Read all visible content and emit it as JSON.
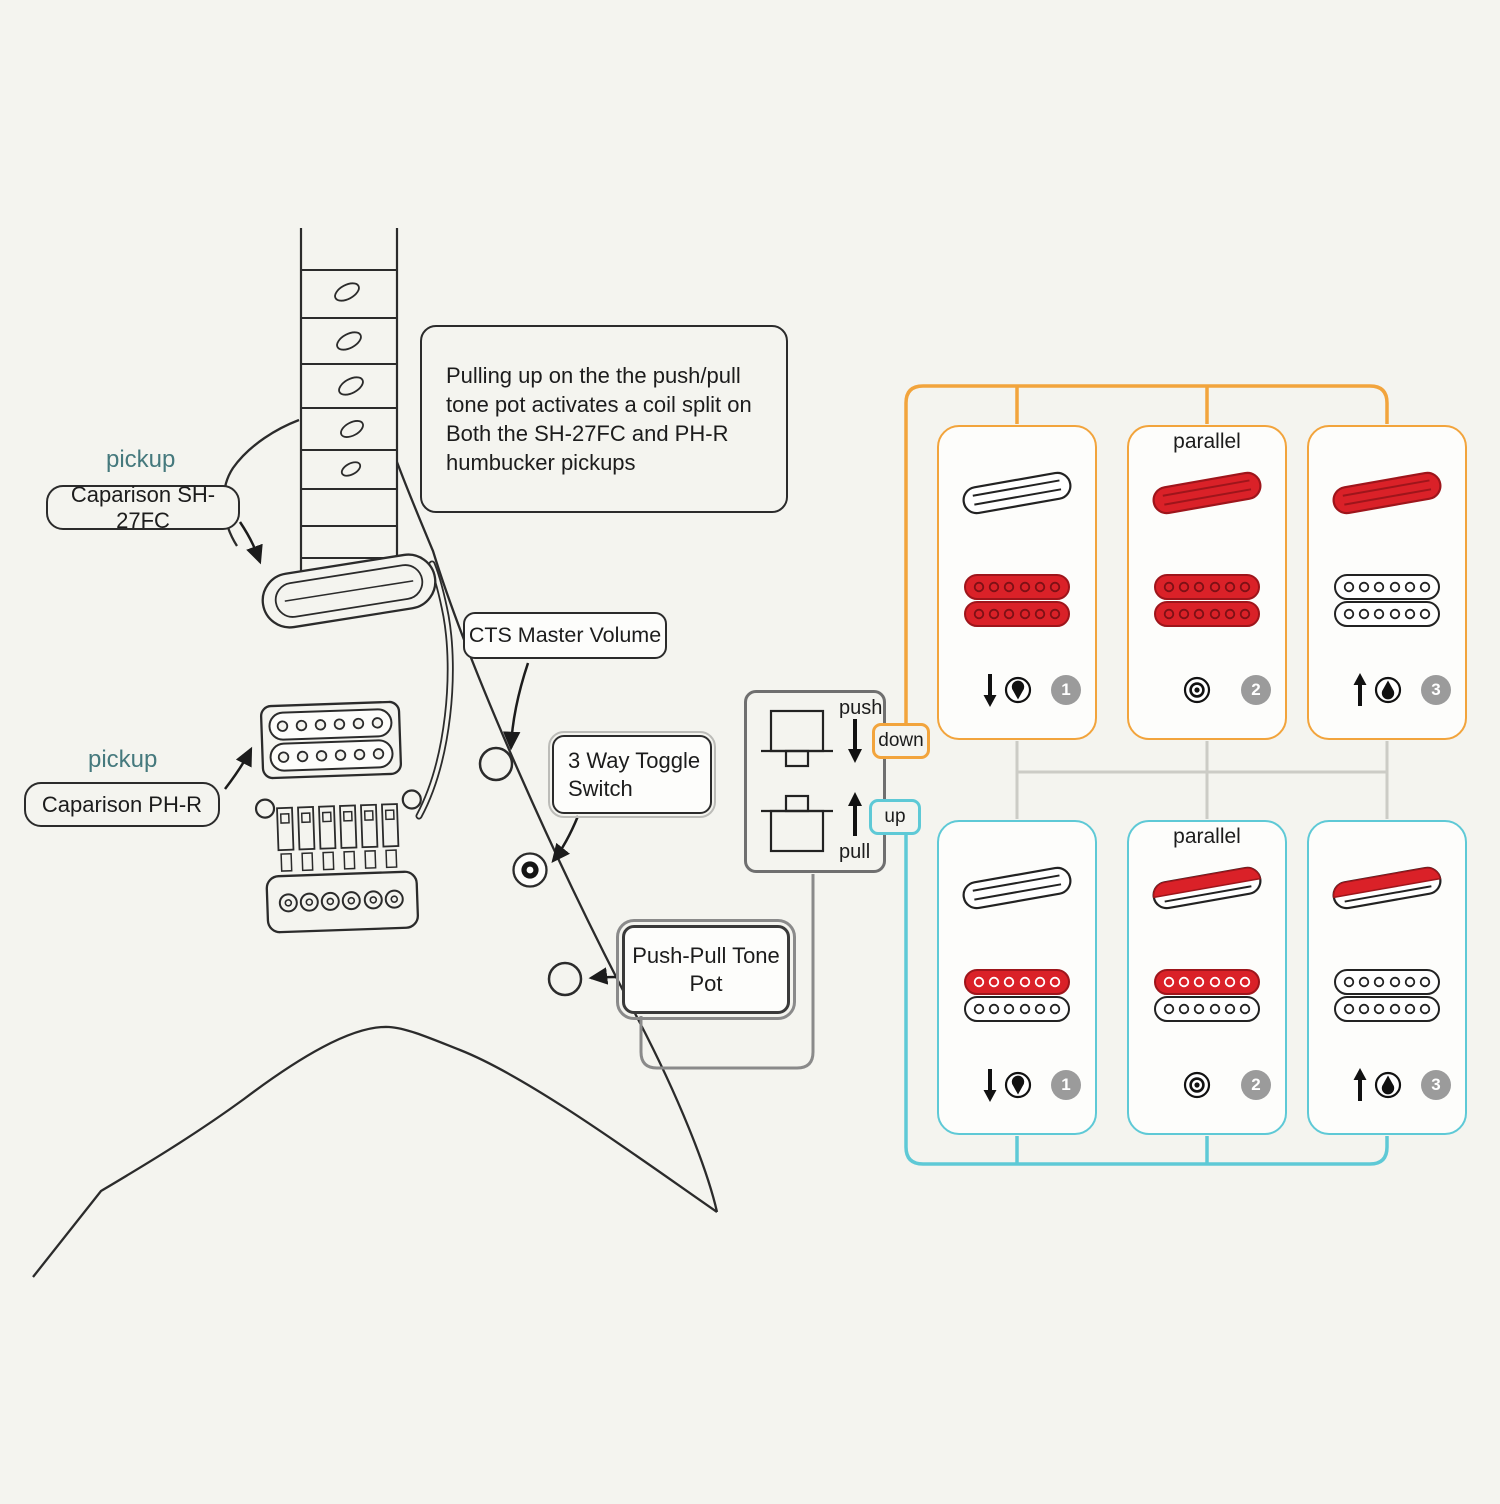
{
  "labels": {
    "pickup": "pickup",
    "neck_pickup_name": "Caparison SH-27FC",
    "bridge_pickup_name": "Caparison PH-R",
    "volume": "CTS Master Volume",
    "toggle": "3 Way Toggle Switch",
    "tone": "Push-Pull Tone Pot",
    "callout": "Pulling up on the the push/pull tone pot activates a  coil split on Both the SH-27FC and PH-R humbucker pickups",
    "push": "push",
    "pull": "pull",
    "down": "down",
    "up": "up",
    "parallel": "parallel"
  },
  "colors": {
    "red": "#da2128",
    "red_dark": "#9e151b",
    "orange": "#f2a43c",
    "cyan": "#5ec9d6",
    "badge_gray": "#9b9b9b"
  },
  "selector": {
    "down_positions": [
      {
        "number": "1",
        "neck": "off",
        "bridge": "on",
        "arrow": "down",
        "parallel": false
      },
      {
        "number": "2",
        "neck": "on",
        "bridge": "on",
        "arrow": "mid",
        "parallel": true
      },
      {
        "number": "3",
        "neck": "on",
        "bridge": "off",
        "arrow": "up",
        "parallel": false
      }
    ],
    "up_positions": [
      {
        "number": "1",
        "neck": "off",
        "bridge": "split",
        "arrow": "down",
        "parallel": false
      },
      {
        "number": "2",
        "neck": "split",
        "bridge": "split",
        "arrow": "mid",
        "parallel": true
      },
      {
        "number": "3",
        "neck": "split",
        "bridge": "off",
        "arrow": "up",
        "parallel": false
      }
    ]
  }
}
